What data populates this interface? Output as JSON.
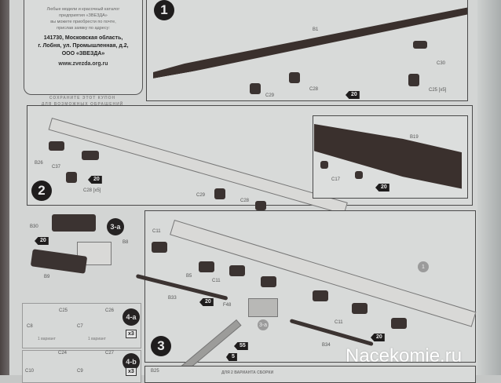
{
  "coupon": {
    "lines": [
      "Любые модели и красочный каталог",
      "предприятия «ЗВЕЗДА»",
      "вы можете приобрести по почте,",
      "прислав заявку по адресу:"
    ],
    "address": [
      "141730, Московская область,",
      "г. Лобня, ул. Промышленная, д.2,",
      "ООО «ЗВЕЗДА»"
    ],
    "website": "www.zvezda.org.ru",
    "footer": [
      "СОХРАНИТЕ ЭТОТ КУПОН",
      "ДЛЯ ВОЗМОЖНЫХ ОБРАЩЕНИЙ"
    ]
  },
  "steps": {
    "step1": {
      "number": "1",
      "labels": {
        "b1": "B1",
        "c29": "C29",
        "c28": "C28",
        "c30": "C30",
        "c25": "C25 [x5]"
      },
      "glue": "20"
    },
    "step2": {
      "number": "2",
      "labels": {
        "b26": "B26",
        "c37": "C37",
        "c28x5": "C28 [x5]",
        "c29": "C29",
        "c28": "C28",
        "b19": "B19",
        "c17": "C17"
      },
      "glue": [
        "20",
        "20"
      ]
    },
    "step3a": {
      "number": "3-a",
      "labels": {
        "b30": "B30",
        "b8": "B8",
        "b9": "B9"
      },
      "glue": "20"
    },
    "step3": {
      "number": "3",
      "callout": "1",
      "callout_3a": "3-a",
      "labels": {
        "c11a": "C11",
        "b5": "B5",
        "c11b": "C11",
        "b33": "B33",
        "f48": "F48",
        "c11c": "C11",
        "b34": "B34"
      },
      "glue": [
        "20",
        "20",
        "55",
        "5"
      ]
    },
    "step4a": {
      "number": "4-a",
      "multiplier": "x3",
      "labels": {
        "c8": "C8",
        "c25": "C25",
        "c7": "C7",
        "c26": "C26"
      },
      "variant": "1 вариант"
    },
    "step4b": {
      "number": "4-b",
      "multiplier": "x3",
      "labels": {
        "c10": "C10",
        "c24": "C24",
        "c9": "C9",
        "c27": "C27"
      }
    },
    "bottom_strip": {
      "label": "B25",
      "text": "ДЛЯ 2 ВАРИАНТА СБОРКИ"
    }
  },
  "watermark": "Nacekomie.ru",
  "colors": {
    "paper": "#d3d5d4",
    "dark_part": "#3a302d",
    "step_badge": "#1f1d1d",
    "watermark": "#ffffff"
  }
}
